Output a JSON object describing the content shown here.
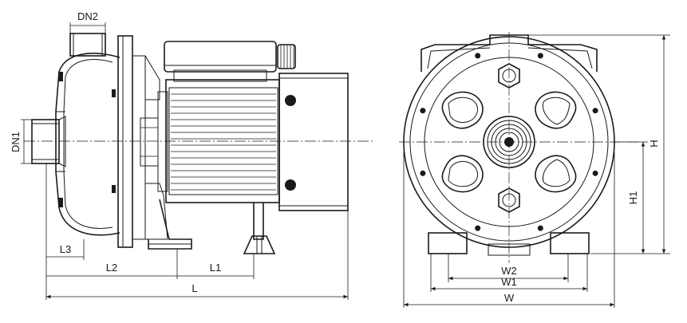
{
  "dimensions": {
    "dn2": "DN2",
    "dn1": "DN1",
    "l3": "L3",
    "l2": "L2",
    "l1": "L1",
    "l": "L",
    "w2": "W2",
    "w1": "W1",
    "w": "W",
    "h": "H",
    "h1": "H1"
  }
}
